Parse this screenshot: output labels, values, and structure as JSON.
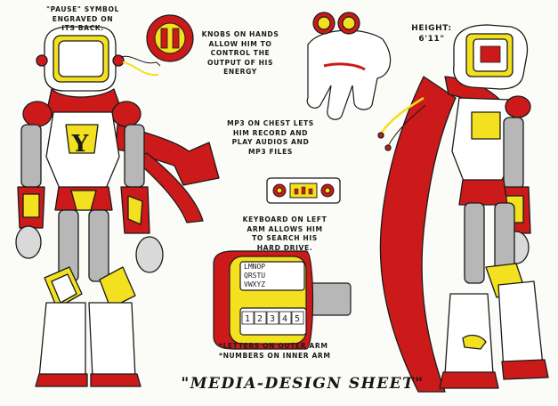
{
  "sheet": {
    "title": "\"MEDIA-DESIGN SHEET\"",
    "notes": {
      "pause_symbol": "\"PAUSE\" SYMBOL\nENGRAVED ON\nITS BACK.",
      "knobs": "KNOBS ON HANDS\nALLOW HIM TO\nCONTROL THE\nOUTPUT OF HIS\nENERGY",
      "height": "HEIGHT:\n6'11\"",
      "mp3": "MP3 ON CHEST LETS\nHIM RECORD AND\nPLAY AUDIOS AND\nMP3 FILES",
      "keyboard": "KEYBOARD ON LEFT\nARM ALLOWS HIM\nTO SEARCH HIS\nHARD DRIVE.",
      "arm_letters": "*LETTERS ON OUTER ARM\n*NUMBERS ON INNER ARM"
    },
    "keyboard_rows": [
      "LMNOP",
      "QRSTU",
      "VWXYZ"
    ],
    "number_keys": [
      "1",
      "2",
      "3",
      "4",
      "5"
    ],
    "chest_letter": "Y",
    "colors": {
      "red": "#cc1a1a",
      "yellow": "#f3e01e",
      "gray": "#b7b7b7",
      "outline": "#1a1a1a"
    }
  }
}
